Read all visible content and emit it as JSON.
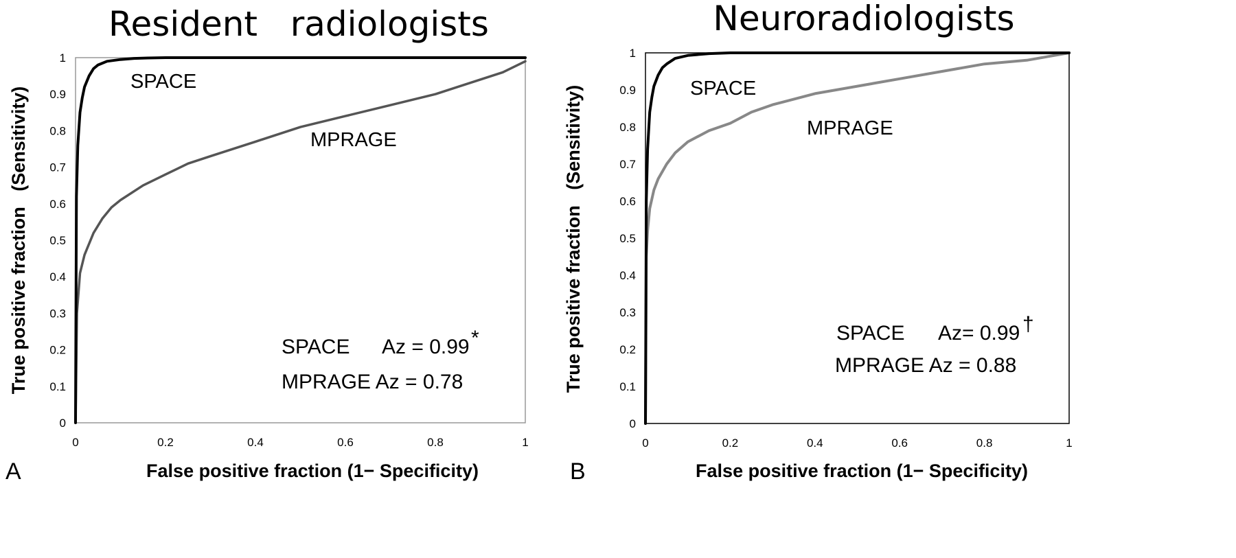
{
  "chart_data": [
    {
      "type": "line",
      "panel_label": "A",
      "title": "Resident   radiologists",
      "xlabel": "False positive fraction (1− Specificity)",
      "ylabel": "True positive fraction   (Sensitivity)",
      "xlim": [
        0,
        1
      ],
      "ylim": [
        0,
        1
      ],
      "x_ticks": [
        "0",
        "0.2",
        "0.4",
        "0.6",
        "0.8",
        "1"
      ],
      "y_ticks": [
        "0",
        "0.1",
        "0.2",
        "0.3",
        "0.4",
        "0.5",
        "0.6",
        "0.7",
        "0.8",
        "0.9",
        "1"
      ],
      "grid": false,
      "series": [
        {
          "name": "SPACE",
          "color": "#000000",
          "x": [
            0,
            0.002,
            0.005,
            0.01,
            0.015,
            0.02,
            0.03,
            0.04,
            0.05,
            0.07,
            0.1,
            0.13,
            0.16,
            0.2,
            0.3,
            0.5,
            0.7,
            1.0
          ],
          "y": [
            0,
            0.62,
            0.76,
            0.85,
            0.89,
            0.92,
            0.95,
            0.97,
            0.98,
            0.99,
            0.995,
            0.998,
            0.999,
            1.0,
            1.0,
            1.0,
            1.0,
            1.0
          ]
        },
        {
          "name": "MPRAGE",
          "color": "#555555",
          "x": [
            0,
            0.003,
            0.01,
            0.02,
            0.04,
            0.06,
            0.08,
            0.1,
            0.15,
            0.2,
            0.25,
            0.3,
            0.4,
            0.5,
            0.6,
            0.7,
            0.8,
            0.9,
            0.95,
            1.0
          ],
          "y": [
            0,
            0.3,
            0.41,
            0.46,
            0.52,
            0.56,
            0.59,
            0.61,
            0.65,
            0.68,
            0.71,
            0.73,
            0.77,
            0.81,
            0.84,
            0.87,
            0.9,
            0.94,
            0.96,
            0.99
          ]
        }
      ],
      "labels": {
        "space": "SPACE",
        "mprage": "MPRAGE"
      },
      "stats": {
        "space_name": "SPACE",
        "space_az": "Az = 0.99",
        "space_mark": "*",
        "mprage_line": "MPRAGE Az = 0.78"
      }
    },
    {
      "type": "line",
      "panel_label": "B",
      "title": "Neuroradiologists",
      "xlabel": "False positive fraction (1− Specificity)",
      "ylabel": "True positive fraction   (Sensitivity)",
      "xlim": [
        0,
        1
      ],
      "ylim": [
        0,
        1
      ],
      "x_ticks": [
        "0",
        "0.2",
        "0.4",
        "0.6",
        "0.8",
        "1"
      ],
      "y_ticks": [
        "0",
        "0.1",
        "0.2",
        "0.3",
        "0.4",
        "0.5",
        "0.6",
        "0.7",
        "0.8",
        "0.9",
        "1"
      ],
      "grid": false,
      "series": [
        {
          "name": "SPACE",
          "color": "#000000",
          "x": [
            0,
            0.002,
            0.005,
            0.01,
            0.015,
            0.02,
            0.03,
            0.04,
            0.05,
            0.07,
            0.1,
            0.15,
            0.2,
            0.3,
            0.5,
            0.7,
            1.0
          ],
          "y": [
            0,
            0.6,
            0.74,
            0.84,
            0.88,
            0.91,
            0.94,
            0.96,
            0.97,
            0.985,
            0.993,
            0.998,
            1.0,
            1.0,
            1.0,
            1.0,
            1.0
          ]
        },
        {
          "name": "MPRAGE",
          "color": "#888888",
          "x": [
            0,
            0.002,
            0.005,
            0.01,
            0.02,
            0.03,
            0.05,
            0.07,
            0.1,
            0.15,
            0.2,
            0.25,
            0.3,
            0.4,
            0.5,
            0.6,
            0.7,
            0.8,
            0.9,
            1.0
          ],
          "y": [
            0,
            0.45,
            0.52,
            0.58,
            0.63,
            0.66,
            0.7,
            0.73,
            0.76,
            0.79,
            0.81,
            0.84,
            0.86,
            0.89,
            0.91,
            0.93,
            0.95,
            0.97,
            0.98,
            1.0
          ]
        }
      ],
      "labels": {
        "space": "SPACE",
        "mprage": "MPRAGE"
      },
      "stats": {
        "space_name": "SPACE",
        "space_az": "Az= 0.99",
        "space_mark": "†",
        "mprage_line": "MPRAGE Az = 0.88"
      }
    }
  ]
}
